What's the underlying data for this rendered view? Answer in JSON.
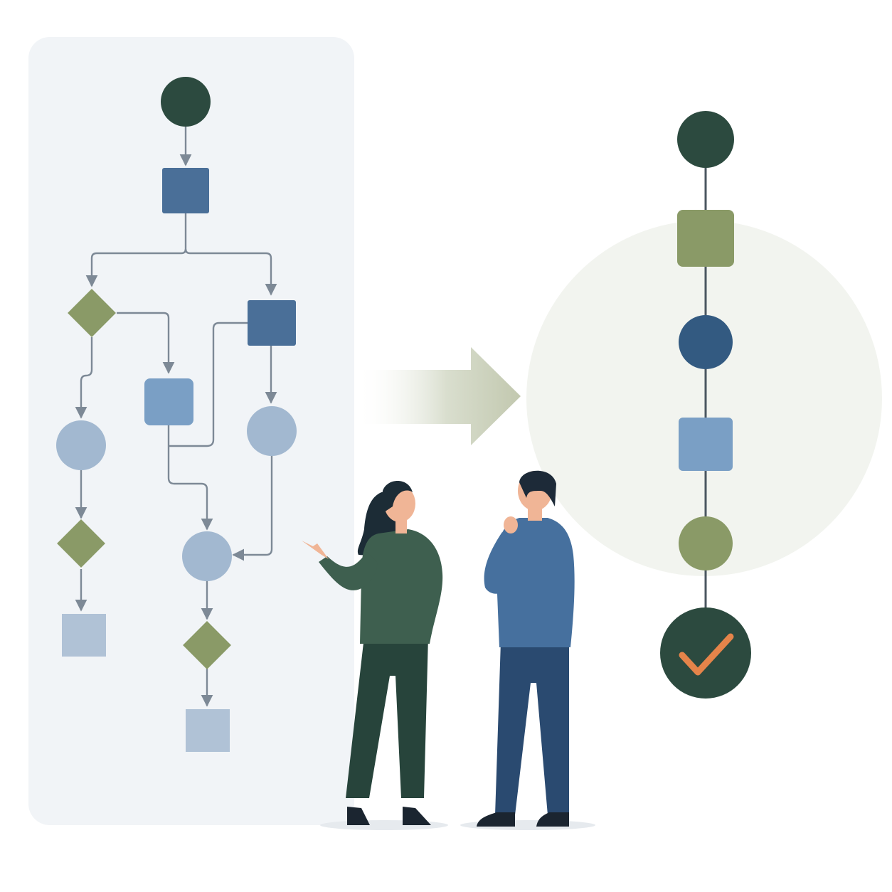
{
  "colors": {
    "panel": "#f1f4f7",
    "spotlight": "#f2f4ef",
    "connector": "#7d8996",
    "dark_green": "#2c4a3f",
    "navy_blue": "#4a6f98",
    "steel_blue": "#335a81",
    "light_blue": "#7a9fc5",
    "pale_blue": "#a2b8d0",
    "muted_blue": "#b0c2d6",
    "olive": "#8a9a67",
    "accent_orange": "#e5844a",
    "woman_jacket": "#3e5f4f",
    "woman_trousers": "#27443b",
    "woman_hair": "#1c2c36",
    "man_jacket": "#46709e",
    "man_trousers": "#2a4a70",
    "man_hair": "#1d2a38",
    "skin": "#f0b596",
    "shoe": "#1b2530"
  },
  "complex_flowchart": {
    "nodes": [
      {
        "id": "start",
        "shape": "circle",
        "color": "dark_green"
      },
      {
        "id": "task-1",
        "shape": "square",
        "color": "navy_blue"
      },
      {
        "id": "decision-1",
        "shape": "diamond",
        "color": "olive"
      },
      {
        "id": "task-2",
        "shape": "square",
        "color": "navy_blue"
      },
      {
        "id": "task-3",
        "shape": "square",
        "color": "light_blue"
      },
      {
        "id": "node-a",
        "shape": "circle",
        "color": "pale_blue"
      },
      {
        "id": "node-b",
        "shape": "circle",
        "color": "pale_blue"
      },
      {
        "id": "decision-2",
        "shape": "diamond",
        "color": "olive"
      },
      {
        "id": "merge",
        "shape": "circle",
        "color": "pale_blue"
      },
      {
        "id": "end-1",
        "shape": "square",
        "color": "muted_blue"
      },
      {
        "id": "decision-3",
        "shape": "diamond",
        "color": "olive"
      },
      {
        "id": "end-2",
        "shape": "square",
        "color": "muted_blue"
      }
    ],
    "edges": [
      [
        "start",
        "task-1"
      ],
      [
        "task-1",
        "decision-1"
      ],
      [
        "task-1",
        "task-2"
      ],
      [
        "decision-1",
        "task-3"
      ],
      [
        "decision-1",
        "node-a"
      ],
      [
        "task-2",
        "node-b"
      ],
      [
        "task-2",
        "task-3"
      ],
      [
        "task-3",
        "merge"
      ],
      [
        "node-b",
        "merge"
      ],
      [
        "node-a",
        "decision-2"
      ],
      [
        "decision-2",
        "end-1"
      ],
      [
        "merge",
        "decision-3"
      ],
      [
        "decision-3",
        "end-2"
      ]
    ]
  },
  "simplified_flow": {
    "nodes": [
      {
        "shape": "circle",
        "color": "dark_green"
      },
      {
        "shape": "square",
        "color": "olive"
      },
      {
        "shape": "circle",
        "color": "steel_blue"
      },
      {
        "shape": "square",
        "color": "light_blue"
      },
      {
        "shape": "circle",
        "color": "olive"
      },
      {
        "shape": "check-circle",
        "color": "dark_green",
        "mark_color": "accent_orange"
      }
    ]
  },
  "people": [
    {
      "role": "woman",
      "gesture": "pointing"
    },
    {
      "role": "man",
      "gesture": "thinking"
    }
  ]
}
